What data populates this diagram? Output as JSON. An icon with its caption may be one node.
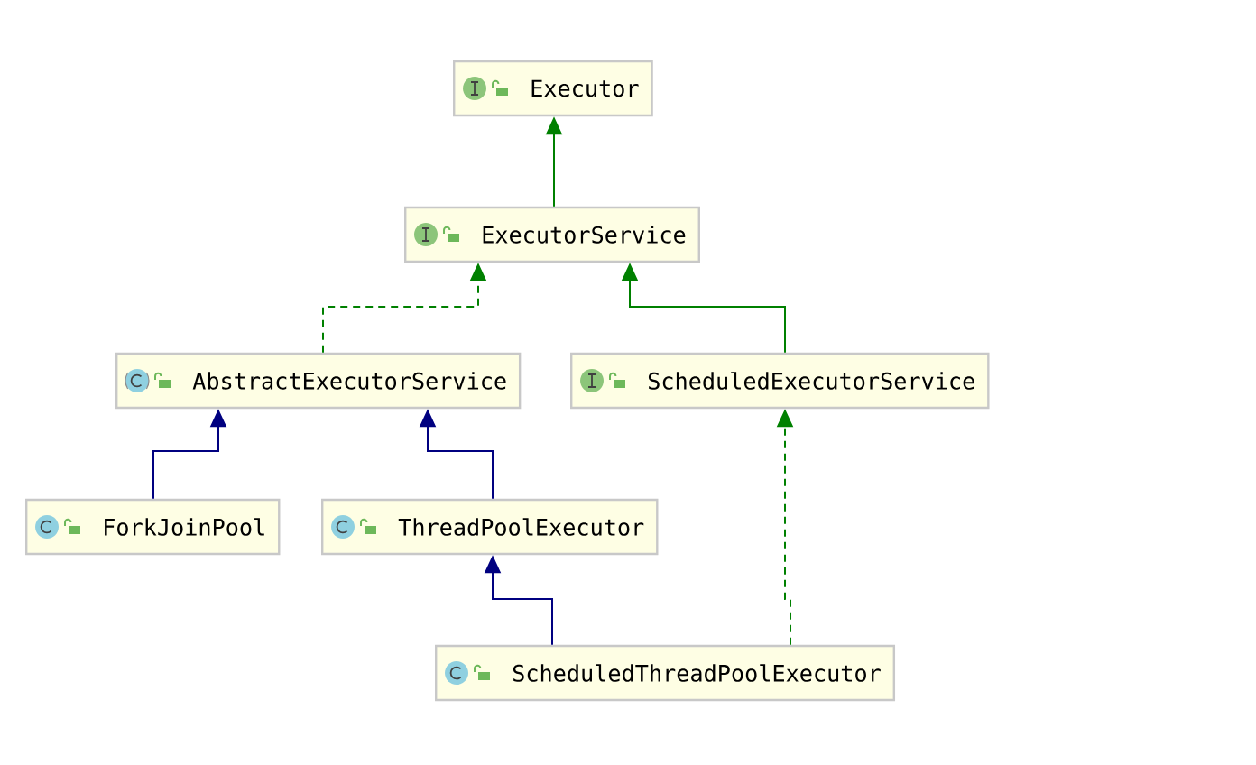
{
  "diagram": {
    "nodes": [
      {
        "text": [
          "Executor"
        ]
      },
      {
        "text": [
          "ExecutorService"
        ]
      },
      {
        "text": [
          "AbstractExecutorService"
        ]
      },
      {
        "text": [
          "ScheduledExecutorService"
        ]
      },
      {
        "text": [
          "ForkJoinPool"
        ]
      },
      {
        "text": [
          "ThreadPoolExecutor"
        ]
      },
      {
        "text": [
          "ScheduledThreadPoolExecutor"
        ]
      }
    ],
    "edges": [
      {
        "from": 1,
        "to": 0,
        "arrow": "to",
        "color": "#008000"
      },
      {
        "from": 2,
        "to": 1,
        "arrow": "to",
        "style": "dashed",
        "color": "#008000"
      },
      {
        "from": 3,
        "to": 1,
        "arrow": "to",
        "color": "#008000"
      },
      {
        "from": 4,
        "to": 2,
        "arrow": "to",
        "color": "#000080"
      },
      {
        "from": 5,
        "to": 2,
        "arrow": "to",
        "color": "#000080"
      },
      {
        "from": 6,
        "to": 5,
        "arrow": "to",
        "color": "#000080"
      },
      {
        "from": 6,
        "to": 3,
        "arrow": "to",
        "style": "dashed",
        "color": "#008000"
      }
    ]
  }
}
